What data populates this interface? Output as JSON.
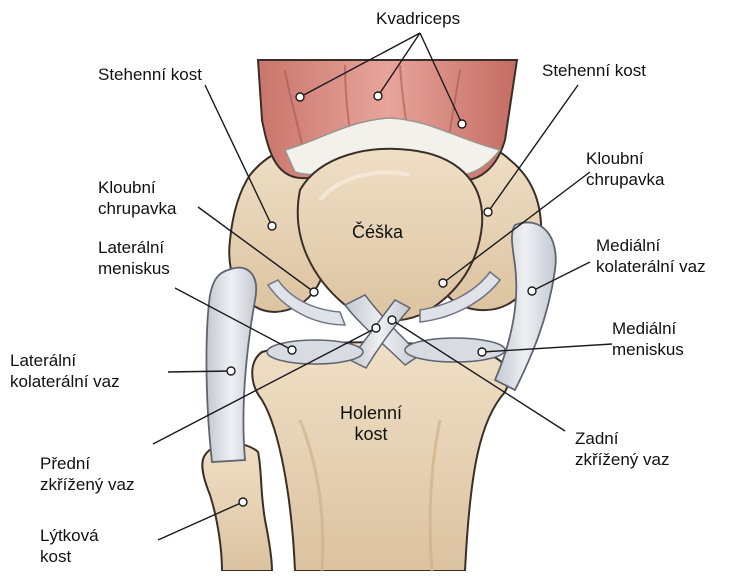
{
  "labels": {
    "quadriceps": "Kvadriceps",
    "femur_left": "Stehenní kost",
    "femur_right": "Stehenní kost",
    "cartilage_left_1": "Kloubní",
    "cartilage_left_2": "chrupavka",
    "cartilage_right_1": "Kloubní",
    "cartilage_right_2": "chrupavka",
    "patella": "Čéška",
    "lateral_meniscus_1": "Laterální",
    "lateral_meniscus_2": "meniskus",
    "medial_collateral_1": "Mediální",
    "medial_collateral_2": "kolaterální vaz",
    "medial_meniscus_1": "Mediální",
    "medial_meniscus_2": "meniskus",
    "lateral_collateral_1": "Laterální",
    "lateral_collateral_2": "kolaterální vaz",
    "tibia_1": "Holenní",
    "tibia_2": "kost",
    "acl_1": "Přední",
    "acl_2": "zkřížený vaz",
    "pcl_1": "Zadní",
    "pcl_2": "zkřížený vaz",
    "fibula_1": "Lýtková",
    "fibula_2": "kost"
  },
  "colors": {
    "muscle": "#d98a80",
    "muscle_dark": "#b9655c",
    "bone": "#ead6b8",
    "bone_shade": "#d5b893",
    "ligament": "#dfe2e8",
    "ligament_shade": "#b7bcc6",
    "outline": "#3a2f28"
  }
}
